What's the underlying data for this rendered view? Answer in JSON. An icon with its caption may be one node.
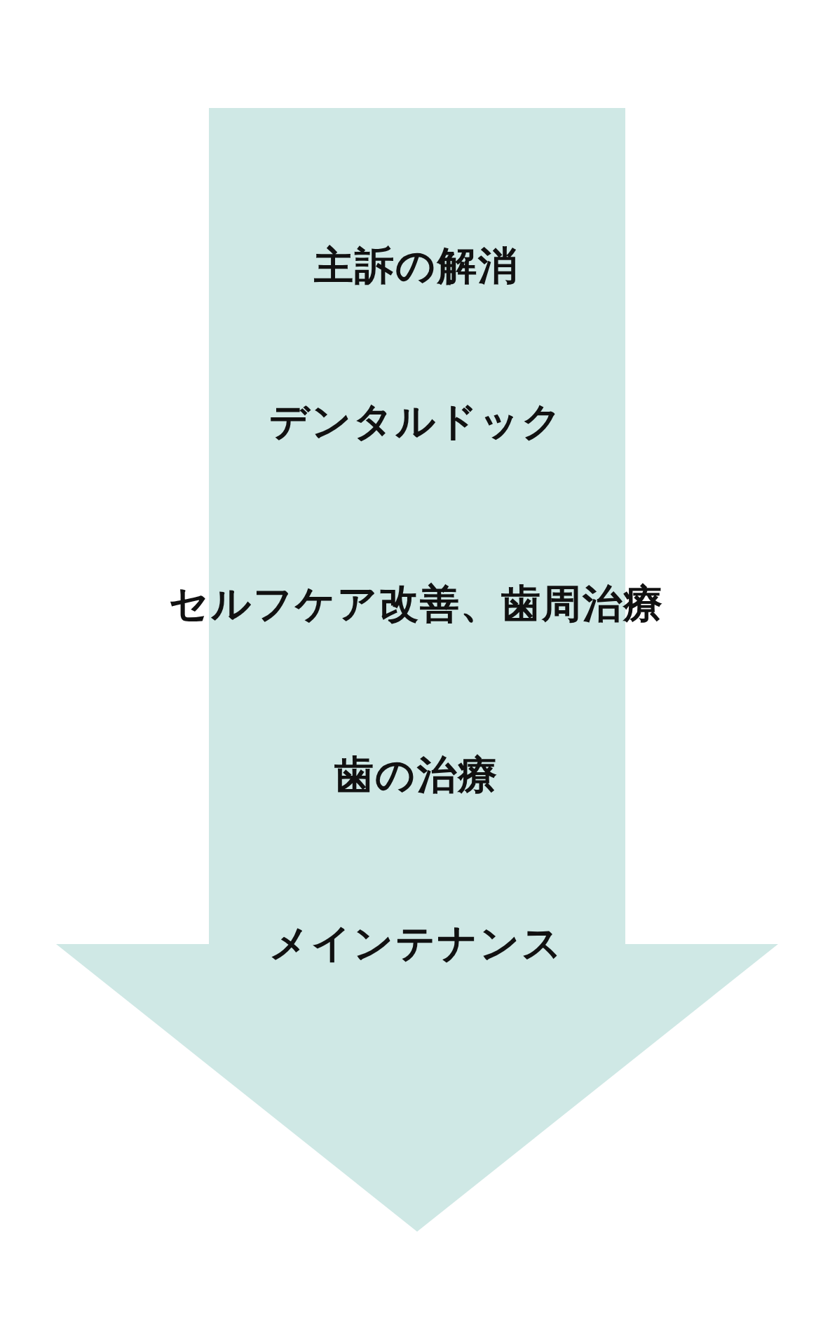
{
  "diagram": {
    "nodes": [
      {
        "text": [
          "主訴の解消",
          "デンタルドック",
          "セルフケア改善、歯周治療",
          "歯の治療",
          "メインテナンス"
        ]
      }
    ]
  }
}
